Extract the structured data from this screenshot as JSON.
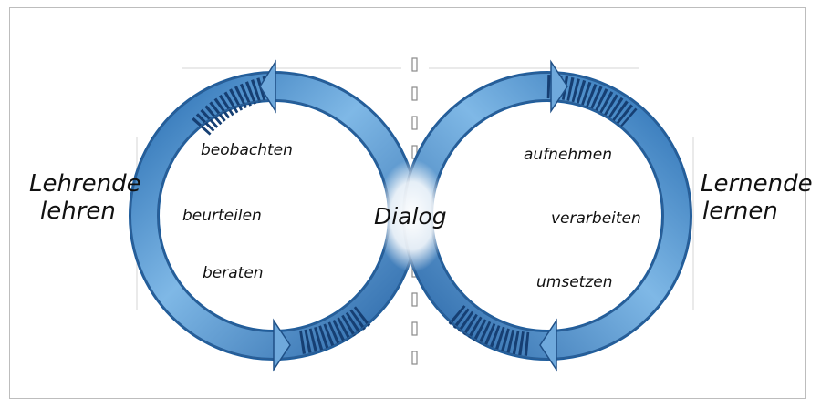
{
  "left": {
    "title_line1": "Lehrende",
    "title_line2": "lehren",
    "steps": [
      "beobachten",
      "beurteilen",
      "beraten"
    ]
  },
  "center": {
    "label": "Dialog"
  },
  "right": {
    "title_line1": "Lernende",
    "title_line2": "lernen",
    "steps": [
      "aufnehmen",
      "verarbeiten",
      "umsetzen"
    ]
  },
  "colors": {
    "loop_light": "#8fc3ea",
    "loop_mid": "#4a91cf",
    "loop_dark": "#1f5d9c",
    "ink": "#111111"
  }
}
